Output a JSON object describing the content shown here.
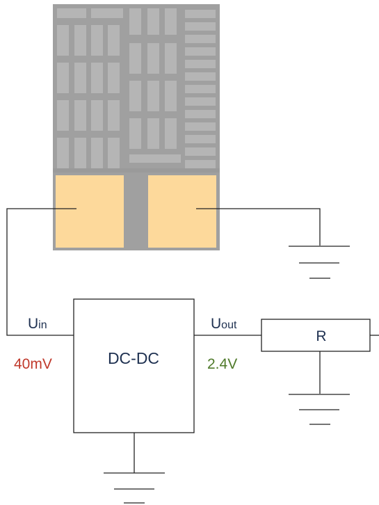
{
  "converter": {
    "label": "DC-DC"
  },
  "load": {
    "label": "R"
  },
  "input": {
    "symbol": "U",
    "subscript": "in",
    "voltage": "40mV",
    "voltage_color": "#c0392b"
  },
  "output": {
    "symbol": "U",
    "subscript": "out",
    "voltage": "2.4V",
    "voltage_color": "#4f7a2a"
  },
  "colors": {
    "module_body": "#a0a0a0",
    "cells": "#b5b5b5",
    "pads": "#fdd99b",
    "wire": "#222222",
    "label_text": "#1e3050"
  }
}
